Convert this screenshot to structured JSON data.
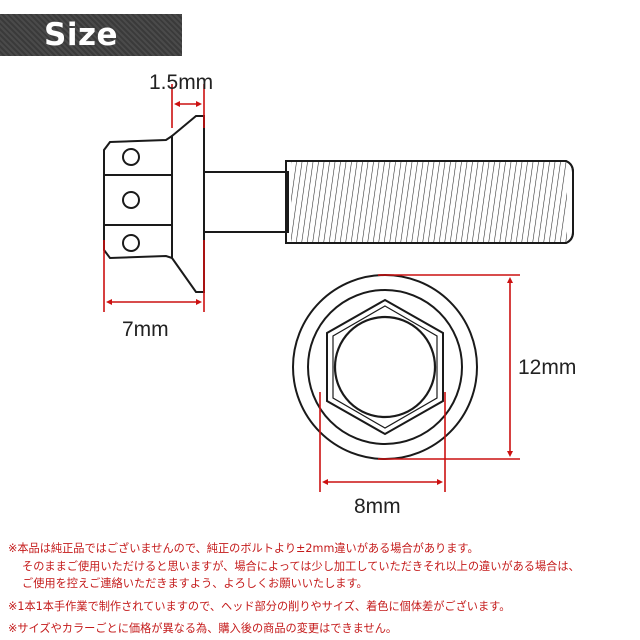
{
  "header": {
    "title": "Size"
  },
  "dimensions": {
    "flange_thickness": "1.5mm",
    "head_width": "7mm",
    "flange_diameter": "12mm",
    "hex_width": "8mm"
  },
  "notes": [
    "※本品は純正品ではございませんので、純正のボルトより±2mm違いがある場合があります。",
    "そのままご使用いただけると思いますが、場合によっては少し加工していただきそれ以上の違いがある場合は、",
    "ご使用を控えご連絡いただきますよう、よろしくお願いいたします。",
    "※1本1本手作業で制作されていますので、ヘッド部分の削りやサイズ、着色に個体差がございます。",
    "※サイズやカラーごとに価格が異なる為、購入後の商品の変更はできません。"
  ],
  "colors": {
    "dimension_line": "#cc1111",
    "note_text": "#c41a1a",
    "banner_bg": "#444444"
  }
}
